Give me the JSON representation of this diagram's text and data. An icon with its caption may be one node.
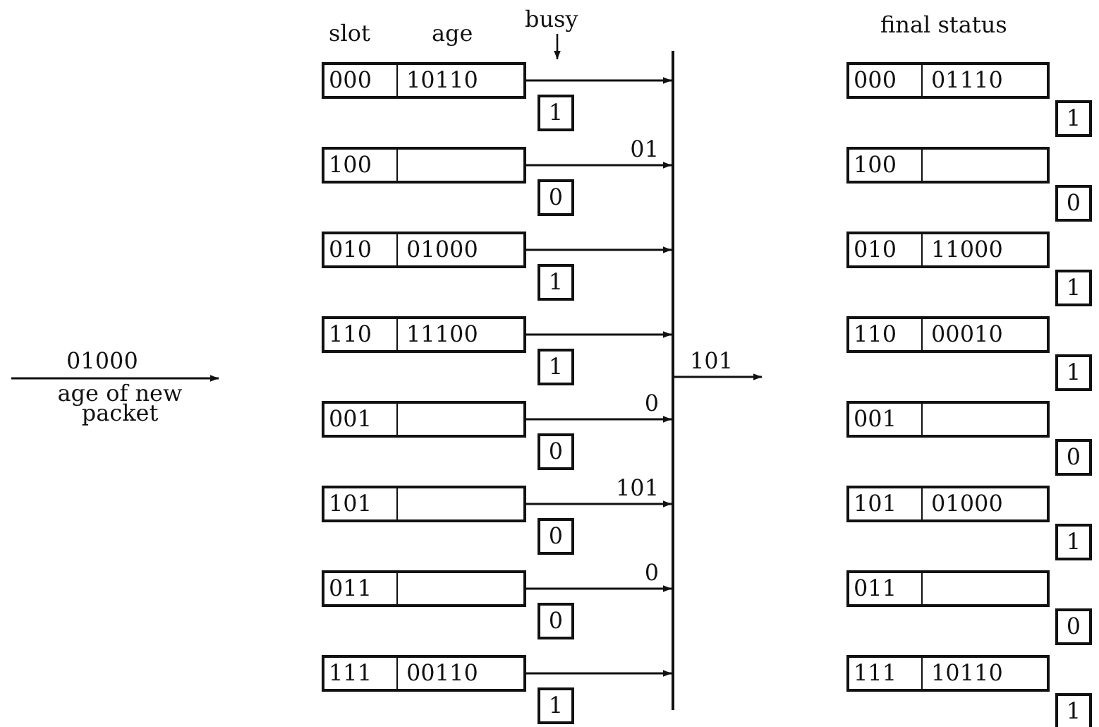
{
  "diagram": {
    "nodes": [
      {
        "text": [
          "000",
          "10110"
        ]
      },
      {
        "text": [
          "1"
        ]
      },
      {
        "text": [
          "100"
        ]
      },
      {
        "text": [
          "0"
        ]
      },
      {
        "text": [
          "010",
          "01000"
        ]
      },
      {
        "text": [
          "1"
        ]
      },
      {
        "text": [
          "110",
          "11100"
        ]
      },
      {
        "text": [
          "1"
        ]
      },
      {
        "text": [
          "001"
        ]
      },
      {
        "text": [
          "0"
        ]
      },
      {
        "text": [
          "101"
        ]
      },
      {
        "text": [
          "0"
        ]
      },
      {
        "text": [
          "011"
        ]
      },
      {
        "text": [
          "0"
        ]
      },
      {
        "text": [
          "111",
          "00110"
        ]
      },
      {
        "text": [
          "1"
        ]
      },
      {
        "text": [],
        "shape": "bar"
      },
      {
        "text": [
          "000",
          "01110"
        ]
      },
      {
        "text": [
          "1"
        ]
      },
      {
        "text": [
          "100"
        ]
      },
      {
        "text": [
          "0"
        ]
      },
      {
        "text": [
          "010",
          "11000"
        ]
      },
      {
        "text": [
          "1"
        ]
      },
      {
        "text": [
          "110",
          "00010"
        ]
      },
      {
        "text": [
          "1"
        ]
      },
      {
        "text": [
          "001"
        ]
      },
      {
        "text": [
          "0"
        ]
      },
      {
        "text": [
          "101",
          "01000"
        ]
      },
      {
        "text": [
          "1"
        ]
      },
      {
        "text": [
          "011"
        ]
      },
      {
        "text": [
          "0"
        ]
      },
      {
        "text": [
          "111",
          "10110"
        ]
      },
      {
        "text": [
          "1"
        ]
      }
    ],
    "edges": [
      {
        "from": 0,
        "to": 16,
        "arrow": "to"
      },
      {
        "from": 2,
        "to": 16,
        "arrow": "to",
        "label": "01"
      },
      {
        "from": 4,
        "to": 16,
        "arrow": "to"
      },
      {
        "from": 6,
        "to": 16,
        "arrow": "to"
      },
      {
        "from": 8,
        "to": 16,
        "arrow": "to",
        "label": "0"
      },
      {
        "from": 10,
        "to": 16,
        "arrow": "to",
        "label": "101"
      },
      {
        "from": 12,
        "to": 16,
        "arrow": "to",
        "label": "0"
      },
      {
        "from": 14,
        "to": 16,
        "arrow": "to"
      },
      {
        "from": 16,
        "to": null,
        "arrow": "to",
        "label": "101"
      }
    ],
    "labels": [
      "slot",
      "age",
      "busy",
      "final status",
      "01000",
      "age of new packet"
    ]
  }
}
